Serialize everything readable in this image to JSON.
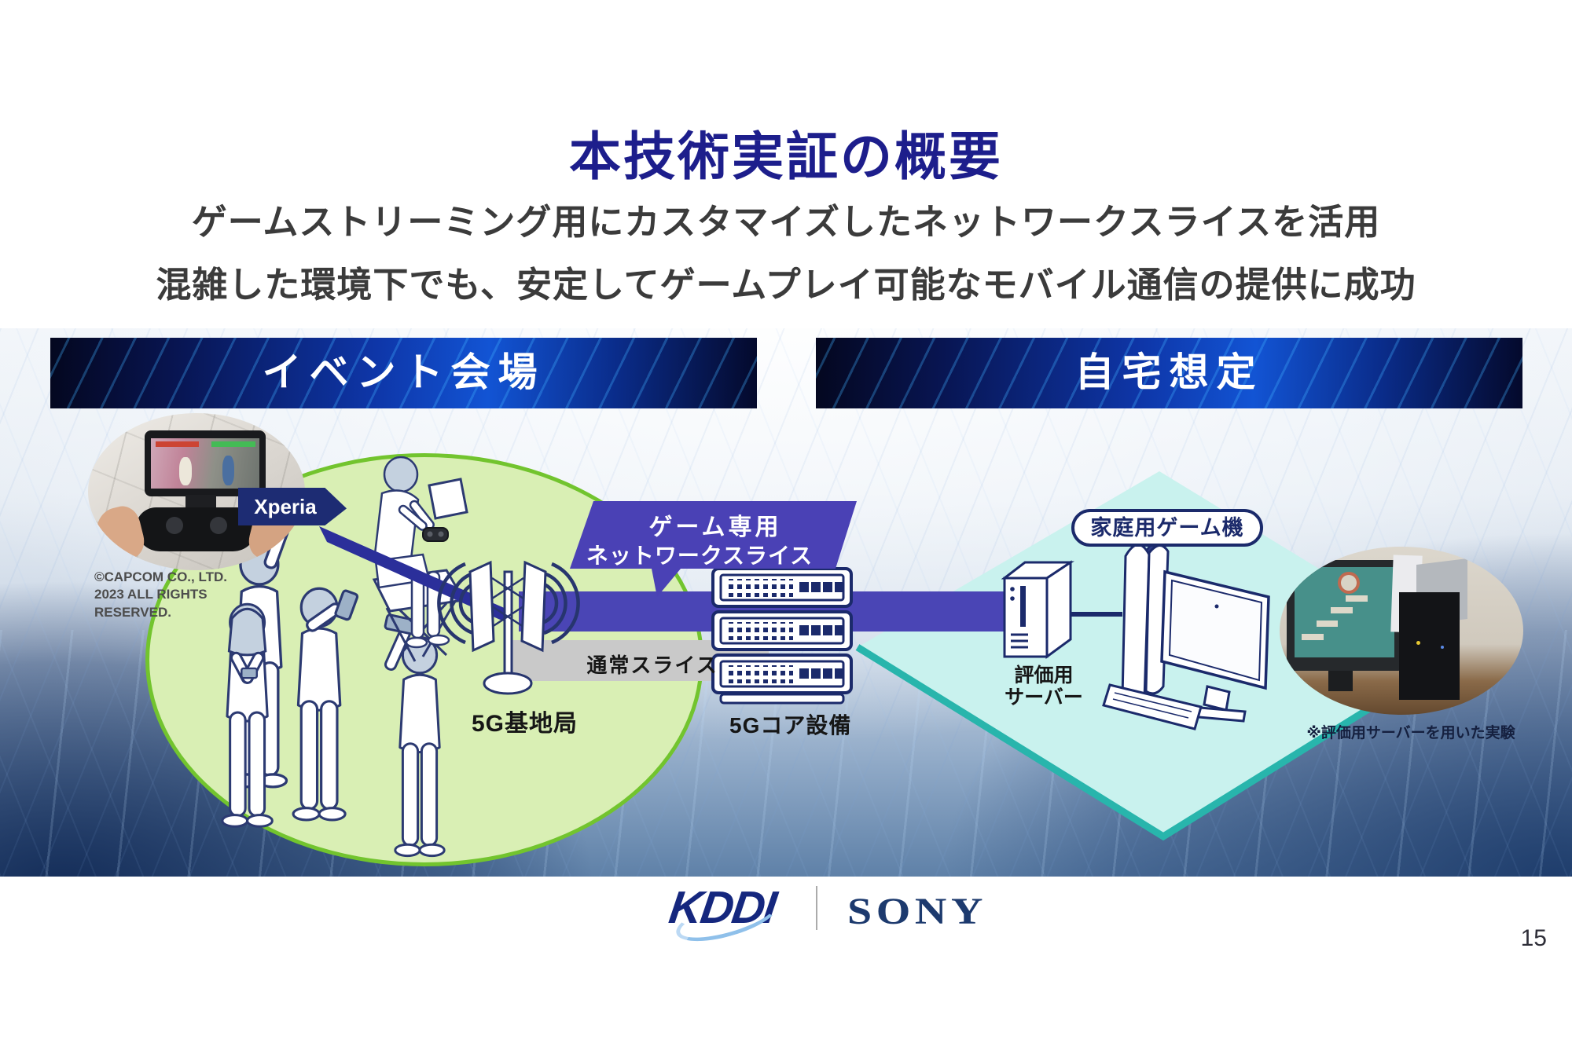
{
  "slide": {
    "title": "本技術実証の概要",
    "subtitle_line1": "ゲームストリーミング用にカスタマイズしたネットワークスライスを活用",
    "subtitle_line2": "混雑した環境下でも、安定してゲームプレイ可能なモバイル通信の提供に成功",
    "page_number": "15"
  },
  "banners": {
    "event": "イベント会場",
    "home": "自宅想定"
  },
  "event_section": {
    "xperia_tag": "Xperia",
    "copyright_line1": "©CAPCOM CO., LTD.",
    "copyright_line2": "2023 ALL RIGHTS",
    "copyright_line3": "RESERVED.",
    "base_station_label": "5G基地局"
  },
  "network": {
    "game_slice_line1": "ゲーム専用",
    "game_slice_line2": "ネットワークスライス",
    "normal_slice_label": "通常スライス",
    "core_label": "5Gコア設備"
  },
  "home_section": {
    "console_label": "家庭用ゲーム機",
    "eval_server_line1": "評価用",
    "eval_server_line2": "サーバー",
    "photo_caption": "※評価用サーバーを用いた実験"
  },
  "footer": {
    "kddi_logo": "KDDI",
    "sony_logo": "SONY"
  },
  "colors": {
    "title_navy": "#1d1e8c",
    "banner_navy": "#0a1554",
    "slice_purple": "#4a45b5",
    "normal_slice_gray": "#c9c9c9",
    "venue_green": "#d9efb4",
    "venue_green_border": "#72c42e",
    "home_teal": "#c9f2ee",
    "home_teal_border": "#28b5ac",
    "outline_navy": "#1b2a6b"
  }
}
